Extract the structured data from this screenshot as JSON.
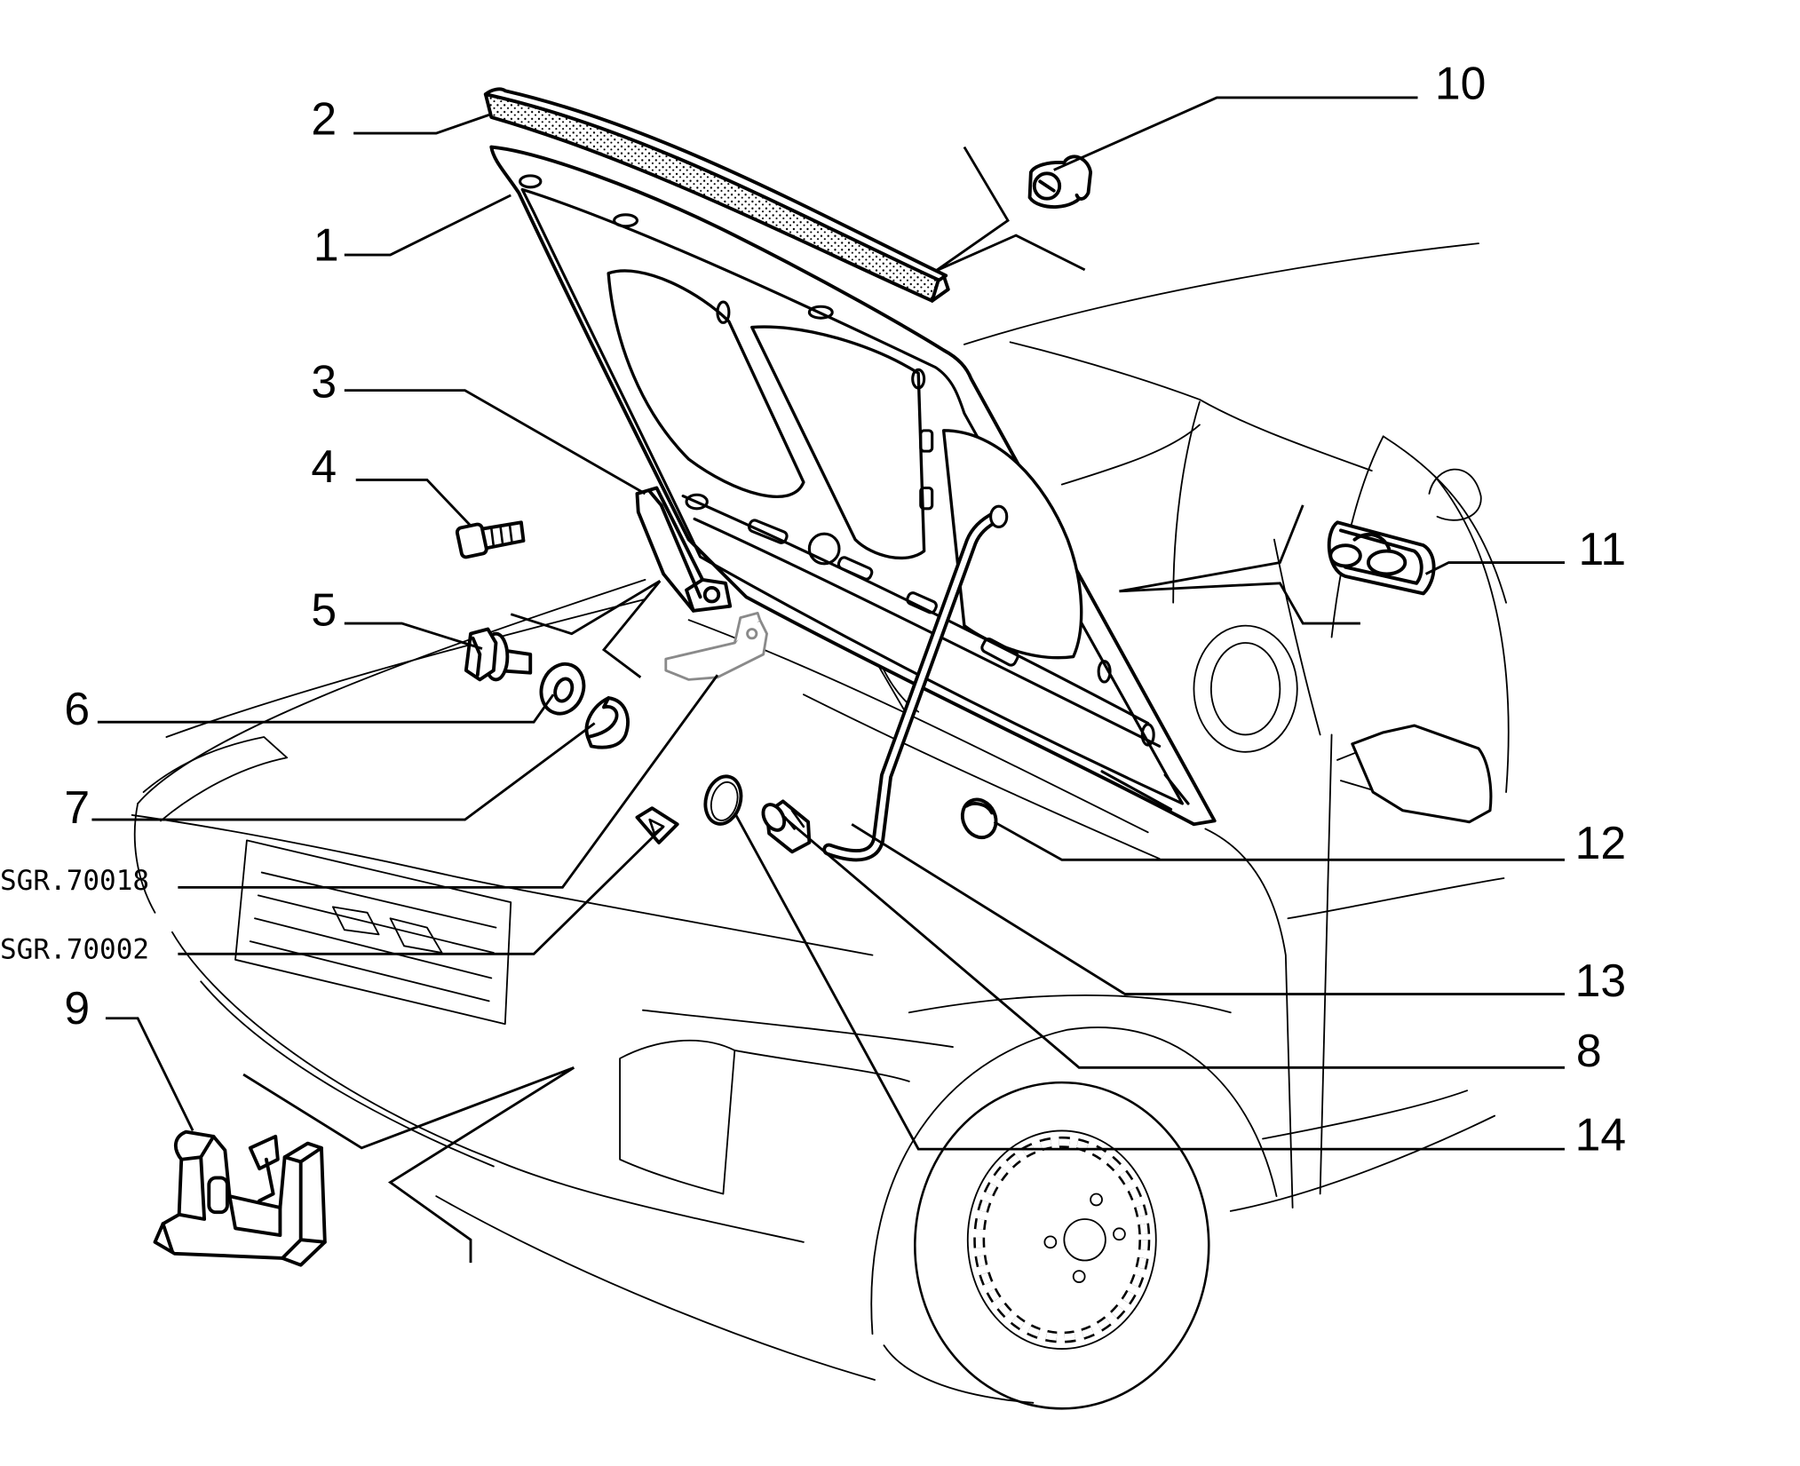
{
  "callouts": {
    "c1": "1",
    "c2": "2",
    "c3": "3",
    "c4": "4",
    "c5": "5",
    "c6": "6",
    "c7": "7",
    "c8": "8",
    "c9": "9",
    "c10": "10",
    "c11": "11",
    "c12": "12",
    "c13": "13",
    "c14": "14",
    "sgr70018": "SGR.70018",
    "sgr70002": "SGR.70002"
  },
  "colors": {
    "line": "#000000",
    "background": "#ffffff",
    "faint_part": "#8a8a8a"
  }
}
